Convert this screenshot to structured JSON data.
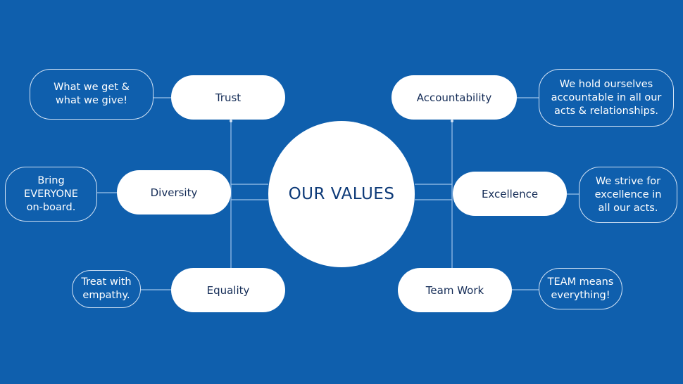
{
  "diagram": {
    "center": "OUR VALUES",
    "values": [
      {
        "label": "Trust",
        "note": "What we get &\nwhat we give!"
      },
      {
        "label": "Diversity",
        "note": "Bring\nEVERYONE\non-board."
      },
      {
        "label": "Equality",
        "note": "Treat with\nempathy."
      },
      {
        "label": "Accountability",
        "note": "We hold ourselves\naccountable in all our\nacts & relationships."
      },
      {
        "label": "Excellence",
        "note": "We strive for\nexcellence in\nall our acts."
      },
      {
        "label": "Team Work",
        "note": "TEAM means\neverything!"
      }
    ]
  },
  "colors": {
    "background": "#0f5fad",
    "node_fill": "#ffffff",
    "connector": "#9ec3ea",
    "center_text": "#0d3a78"
  }
}
